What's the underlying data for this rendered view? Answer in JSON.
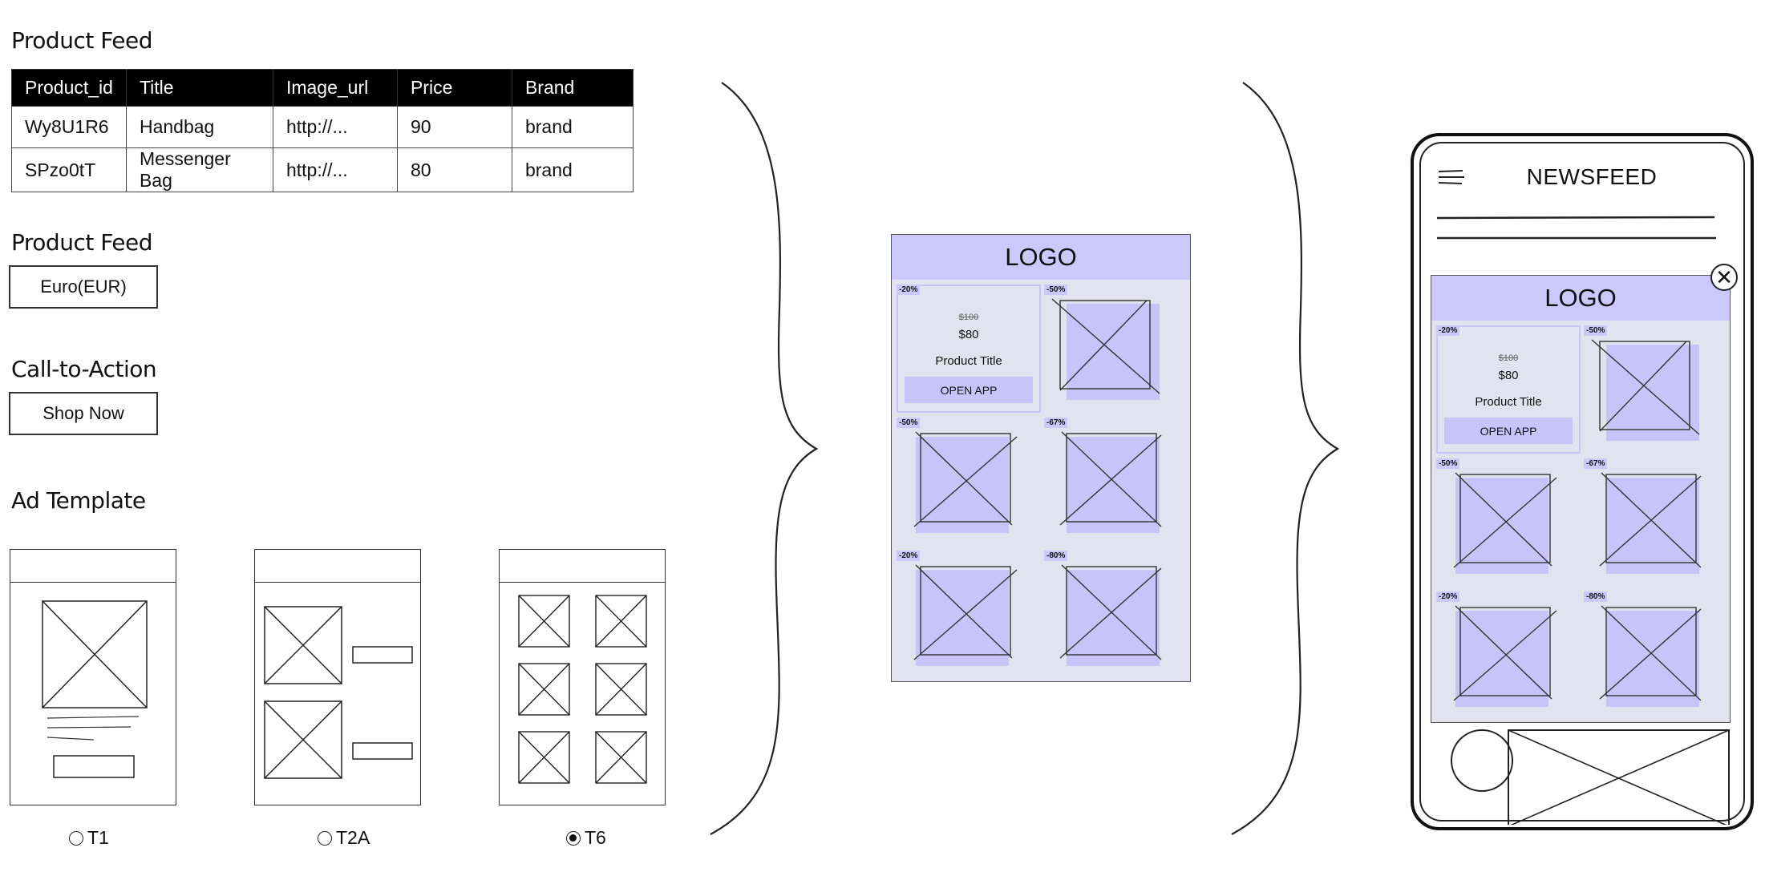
{
  "product_feed_title": "Product Feed",
  "table": {
    "headers": [
      "Product_id",
      "Title",
      "Image_url",
      "Price",
      "Brand"
    ],
    "rows": [
      [
        "Wy8U1R6",
        "Handbag",
        "http://...",
        "90",
        "brand"
      ],
      [
        "SPzo0tT",
        "Messenger Bag",
        "http://...",
        "80",
        "brand"
      ]
    ]
  },
  "currency_title": "Product Feed",
  "currency_value": "Euro(EUR)",
  "cta_title": "Call-to-Action",
  "cta_value": "Shop Now",
  "template_title": "Ad Template",
  "templates": [
    {
      "label": "T1",
      "selected": false
    },
    {
      "label": "T2A",
      "selected": false
    },
    {
      "label": "T6",
      "selected": true
    }
  ],
  "ad": {
    "logo": "LOGO",
    "featured": {
      "discount": "-20%",
      "old_price": "$100",
      "price": "$80",
      "title": "Product Title",
      "button": "OPEN APP"
    },
    "badges": [
      "-50%",
      "-50%",
      "-67%",
      "-20%",
      "-80%"
    ]
  },
  "phone": {
    "title": "NEWSFEED",
    "close_symbol": "✕"
  },
  "colors": {
    "accent": "#cdc8fb",
    "panel": "#e3e3ef"
  }
}
